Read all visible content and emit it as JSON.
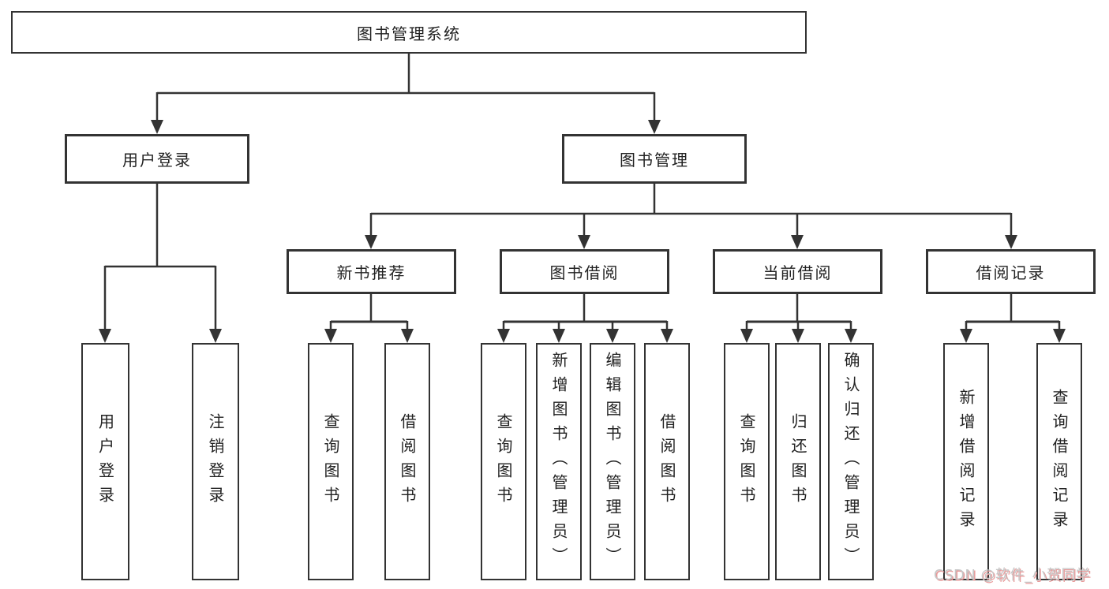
{
  "diagram": {
    "root": {
      "label": "图书管理系统"
    },
    "level2": [
      {
        "label": "用户登录"
      },
      {
        "label": "图书管理"
      }
    ],
    "level3": [
      {
        "label": "新书推荐"
      },
      {
        "label": "图书借阅"
      },
      {
        "label": "当前借阅"
      },
      {
        "label": "借阅记录"
      }
    ],
    "leaves": [
      {
        "label": "用户登录"
      },
      {
        "label": "注销登录"
      },
      {
        "label": "查询图书"
      },
      {
        "label": "借阅图书"
      },
      {
        "label": "查询图书"
      },
      {
        "label": "新增图书（管理员）"
      },
      {
        "label": "编辑图书（管理员）"
      },
      {
        "label": "借阅图书"
      },
      {
        "label": "查询图书"
      },
      {
        "label": "归还图书"
      },
      {
        "label": "确认归还（管理员）"
      },
      {
        "label": "新增借阅记录"
      },
      {
        "label": "查询借阅记录"
      }
    ],
    "watermark": "CSDN @软件_小贺同学",
    "colors": {
      "line": "#333333",
      "text": "#222222",
      "watermark_gray": "#c6c6c6",
      "watermark_red": "#e89a9a"
    }
  }
}
